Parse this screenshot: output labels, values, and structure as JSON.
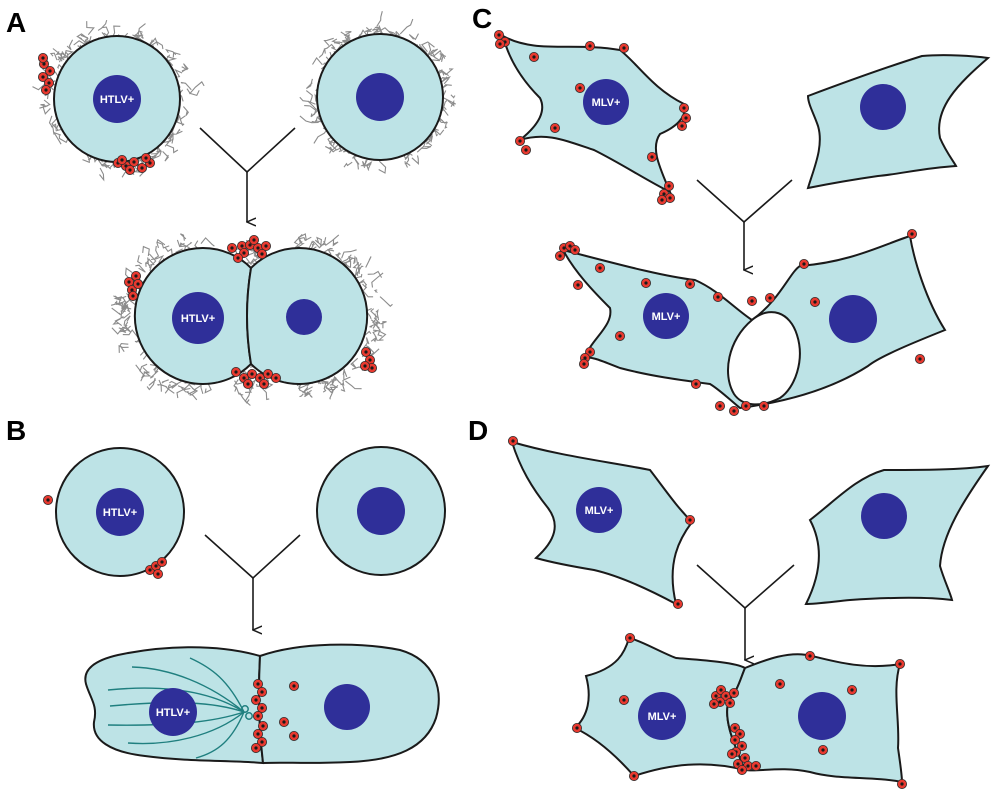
{
  "panels": [
    {
      "id": "A",
      "label": "A",
      "top_cell_label": "HTLV+",
      "fused_cell_label": "HTLV+"
    },
    {
      "id": "B",
      "label": "B",
      "top_cell_label": "HTLV+",
      "fused_cell_label": "HTLV+"
    },
    {
      "id": "C",
      "label": "C",
      "top_cell_label": "MLV+",
      "fused_cell_label": "MLV+"
    },
    {
      "id": "D",
      "label": "D",
      "top_cell_label": "MLV+",
      "fused_cell_label": "MLV+"
    }
  ],
  "colors": {
    "cytoplasm": "#bde3e6",
    "nucleus": "#2f2f99",
    "virion": "#e8392f",
    "biofilm": "#8c8c8c",
    "cytoskeleton": "#1f7f7f"
  }
}
